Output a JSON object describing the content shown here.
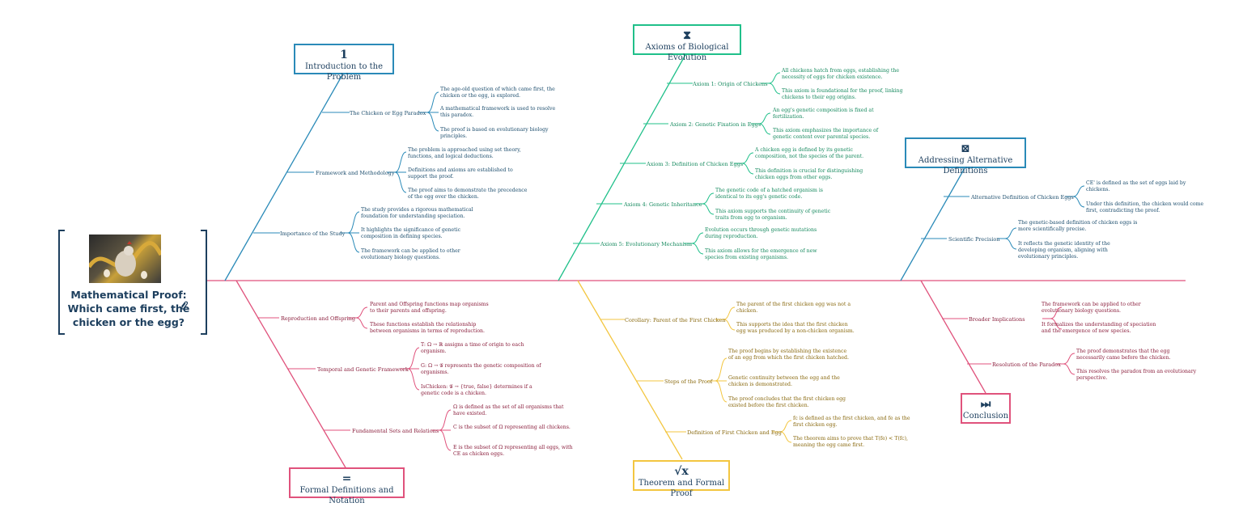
{
  "central": {
    "title": "Mathematical Proof: Which came first, the chicken or the egg?"
  },
  "sections": {
    "intro": {
      "icon": "1",
      "label": "Introduction to the Problem",
      "branches": [
        {
          "label": "The Chicken or Egg Paradox",
          "leaves": [
            "The age-old question of which came first, the chicken or the egg, is explored.",
            "A mathematical framework is used to resolve this paradox.",
            "The proof is based on evolutionary biology principles."
          ]
        },
        {
          "label": "Framework and Methodology",
          "leaves": [
            "The problem is approached using set theory, functions, and logical deductions.",
            "Definitions and axioms are established to support the proof.",
            "The proof aims to demonstrate the precedence of the egg over the chicken."
          ]
        },
        {
          "label": "Importance of the Study",
          "leaves": [
            "The study provides a rigorous mathematical foundation for understanding speciation.",
            "It highlights the significance of genetic composition in defining species.",
            "The framework can be applied to other evolutionary biology questions."
          ]
        }
      ]
    },
    "axioms": {
      "icon": "⧗",
      "label": "Axioms of Biological Evolution",
      "branches": [
        {
          "label": "Axiom 1: Origin of Chickens",
          "leaves": [
            "All chickens hatch from eggs, establishing the necessity of eggs for chicken existence.",
            "This axiom is foundational for the proof, linking chickens to their egg origins."
          ]
        },
        {
          "label": "Axiom 2: Genetic Fixation in Eggs",
          "leaves": [
            "An egg's genetic composition is fixed at fertilization.",
            "This axiom emphasizes the importance of genetic content over parental species."
          ]
        },
        {
          "label": "Axiom 3: Definition of Chicken Eggs",
          "leaves": [
            "A chicken egg is defined by its genetic composition, not the species of the parent.",
            "This definition is crucial for distinguishing chicken eggs from other eggs."
          ]
        },
        {
          "label": "Axiom 4: Genetic Inheritance",
          "leaves": [
            "The genetic code of a hatched organism is identical to its egg's genetic code.",
            "This axiom supports the continuity of genetic traits from egg to organism."
          ]
        },
        {
          "label": "Axiom 5: Evolutionary Mechanism",
          "leaves": [
            "Evolution occurs through genetic mutations during reproduction.",
            "This axiom allows for the emergence of new species from existing organisms."
          ]
        }
      ]
    },
    "alternative": {
      "icon": "⊠",
      "label": "Addressing Alternative Definitions",
      "branches": [
        {
          "label": "Alternative Definition of Chicken Eggs",
          "leaves": [
            "CE' is defined as the set of eggs laid by chickens.",
            "Under this definition, the chicken would come first, contradicting the proof."
          ]
        },
        {
          "label": "Scientific Precision",
          "leaves": [
            "The genetic-based definition of chicken eggs is more scientifically precise.",
            "It reflects the genetic identity of the developing organism, aligning with evolutionary principles."
          ]
        }
      ]
    },
    "formal": {
      "icon": "=",
      "label": "Formal Definitions and Notation",
      "branches": [
        {
          "label": "Reproduction and Offspring",
          "leaves": [
            "Parent and Offspring functions map organisms to their parents and offspring.",
            "These functions establish the relationship between organisms in terms of reproduction."
          ]
        },
        {
          "label": "Temporal and Genetic Framework",
          "leaves": [
            "T: Ω → ℝ assigns a time of origin to each organism.",
            "G: Ω → 𝒢 represents the genetic composition of organisms.",
            "IsChicken: 𝒢 → {true, false} determines if a genetic code is a chicken."
          ]
        },
        {
          "label": "Fundamental Sets and Relations",
          "leaves": [
            "Ω is defined as the set of all organisms that have existed.",
            "C is the subset of Ω representing all chickens.",
            "E is the subset of Ω representing all eggs, with CE as chicken eggs."
          ]
        }
      ]
    },
    "theorem": {
      "icon": "√x",
      "label": "Theorem and Formal Proof",
      "branches": [
        {
          "label": "Corollary: Parent of the First Chicken",
          "leaves": [
            "The parent of the first chicken egg was not a chicken.",
            "This supports the idea that the first chicken egg was produced by a non-chicken organism."
          ]
        },
        {
          "label": "Steps of the Proof",
          "leaves": [
            "The proof begins by establishing the existence of an egg from which the first chicken hatched.",
            "Genetic continuity between the egg and the chicken is demonstrated.",
            "The proof concludes that the first chicken egg existed before the first chicken."
          ]
        },
        {
          "label": "Definition of First Chicken and Egg",
          "leaves": [
            "fc is defined as the first chicken, and fe as the first chicken egg.",
            "The theorem aims to prove that T(fe) < T(fc), meaning the egg came first."
          ]
        }
      ]
    },
    "conclusion": {
      "icon": "⏭",
      "label": "Conclusion",
      "branches": [
        {
          "label": "Broader Implications",
          "leaves": [
            "The framework can be applied to other evolutionary biology questions.",
            "It formalizes the understanding of speciation and the emergence of new species."
          ]
        },
        {
          "label": "Resolution of the Paradox",
          "leaves": [
            "The proof demonstrates that the egg necessarily came before the chicken.",
            "This resolves the paradox from an evolutionary perspective."
          ]
        }
      ]
    }
  },
  "colors": {
    "blue": "#2a8ab8",
    "teal": "#20c08a",
    "pink": "#e0527c",
    "gold": "#f3c640",
    "navy": "#1d3f5e"
  },
  "icons": {
    "attachment": "paperclip-icon"
  }
}
